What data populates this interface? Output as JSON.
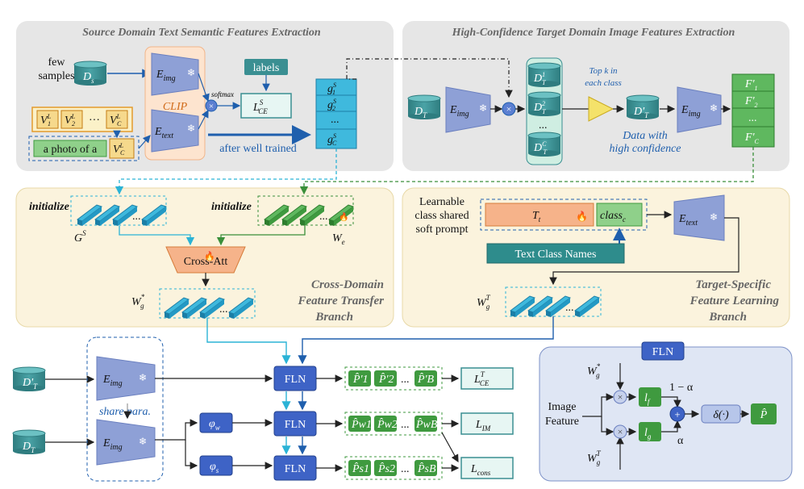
{
  "panels": {
    "source_title": "Source Domain Text Semantic Features Extraction",
    "target_title": "High-Confidence Target Domain Image Features Extraction",
    "cross_title_1": "Cross-Domain",
    "cross_title_2": "Feature Transfer",
    "cross_title_3": "Branch",
    "tsf_title_1": "Target-Specific",
    "tsf_title_2": "Feature Learning",
    "tsf_title_3": "Branch"
  },
  "source": {
    "few_samples_1": "few",
    "few_samples_2": "samples",
    "ds": "D",
    "ds_sub": "s",
    "e_img": "E",
    "e_img_sub": "img",
    "e_text": "E",
    "e_text_sub": "text",
    "clip": "CLIP",
    "softmax": "softmax",
    "labels": "labels",
    "loss": "L",
    "loss_sup": "S",
    "loss_sub": "CE",
    "v1": "V",
    "v1_sup": "L",
    "v1_sub": "1",
    "v2": "V",
    "v2_sup": "L",
    "v2_sub": "2",
    "dots": "···",
    "vc": "V",
    "vc_sup": "L",
    "vc_sub": "C",
    "photo": "a photo of a",
    "after": "after well trained",
    "g1": "g",
    "g1_sup": "S",
    "g1_sub": "1",
    "g2": "g",
    "g2_sup": "S",
    "g2_sub": "2",
    "gdots": "...",
    "gc": "g",
    "gc_sup": "S",
    "gc_sub": "C"
  },
  "target": {
    "dt": "D",
    "dt_sub": "T",
    "e_img": "E",
    "e_img_sub": "img",
    "d1": "D",
    "d1_sup": "1",
    "d1_sub": "T",
    "d2": "D",
    "d2_sup": "2",
    "d2_sub": "T",
    "ddots": "...",
    "dc": "D",
    "dc_sup": "C",
    "dc_sub": "T",
    "topk_1": "Top k in",
    "topk_2": "each class",
    "dtp": "D'",
    "dtp_sub": "T",
    "data_conf_1": "Data with",
    "data_conf_2": "high confidence",
    "e_img2": "E",
    "e_img2_sub": "img",
    "f1": "F'",
    "f1_sub": "1",
    "f2": "F'",
    "f2_sub": "2",
    "fdots": "...",
    "fc": "F'",
    "fc_sub": "C"
  },
  "cross": {
    "initialize_1": "initialize",
    "initialize_2": "initialize",
    "gs": "G",
    "gs_sup": "S",
    "we": "W",
    "we_sub": "e",
    "cross_att": "Cross-Att",
    "wg": "W",
    "wg_sup": "*",
    "wg_sub": "g",
    "dots": "..."
  },
  "tsf": {
    "learnable_1": "Learnable",
    "learnable_2": "class shared",
    "learnable_3": "soft prompt",
    "tt": "T",
    "tt_sub": "t",
    "classc": "class",
    "classc_sub": "c",
    "text_class_names": "Text Class Names",
    "e_text": "E",
    "e_text_sub": "text",
    "wgt": "W",
    "wgt_sup": "T",
    "wgt_sub": "g"
  },
  "bottom": {
    "dtp": "D'",
    "dtp_sub": "T",
    "dt": "D",
    "dt_sub": "T",
    "e_img": "E",
    "e_img_sub": "img",
    "share": "share para.",
    "phi_w": "φ",
    "phi_w_sub": "w",
    "phi_s": "φ",
    "phi_s_sub": "s",
    "fln": "FLN",
    "p_row1": [
      "P̂'1",
      "P̂'2",
      "P̂'B"
    ],
    "p_row2": [
      "P̂w1",
      "P̂w2",
      "P̂wB"
    ],
    "p_row3": [
      "P̂s1",
      "P̂s2",
      "P̂sB"
    ],
    "pdots": "...",
    "loss1": "L",
    "loss1_sup": "T",
    "loss1_sub": "CE",
    "loss2": "L",
    "loss2_sub": "IM",
    "loss3": "L",
    "loss3_sub": "cons"
  },
  "fln": {
    "title": "FLN",
    "wg_star": "W",
    "wg_star_sup": "*",
    "wg_star_sub": "g",
    "image_feature_1": "Image",
    "image_feature_2": "Feature",
    "lf": "l",
    "lf_sub": "f",
    "lg": "l",
    "lg_sub": "g",
    "one_minus_alpha": "1 − α",
    "alpha": "α",
    "delta": "δ(·)",
    "p_hat": "P̂",
    "wgt": "W",
    "wgt_sup": "T",
    "wgt_sub": "g"
  },
  "colors": {
    "panel_gray": "#e6e6e6",
    "panel_yellow": "#fbf3dd",
    "panel_blue": "#dfe6f4",
    "encoder": "#8ea0d6",
    "db": "#3a8f92",
    "green": "#3f9a3f",
    "cyan": "#3fb9dd",
    "fln": "#3e63c6"
  }
}
